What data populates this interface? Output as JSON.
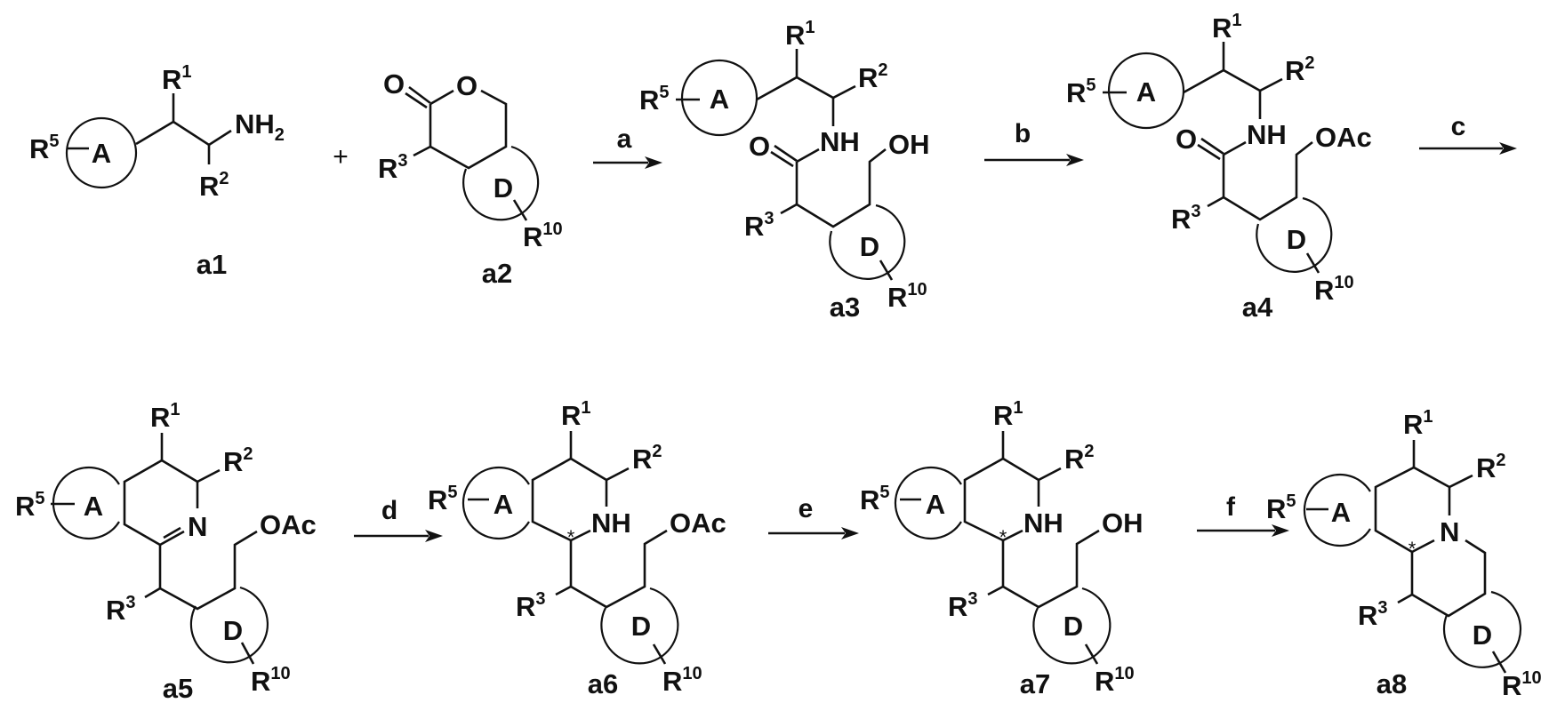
{
  "labels": {
    "R": "R",
    "A": "A",
    "D": "D",
    "O": "O",
    "N": "N",
    "NH": "NH",
    "NH2_base": "NH",
    "NH2_sub": "2",
    "OH": "OH",
    "OAc": "OAc",
    "star": "*",
    "plus": "+"
  },
  "superscripts": {
    "r1": "1",
    "r2": "2",
    "r3": "3",
    "r5": "5",
    "r10": "10"
  },
  "compounds": [
    "a1",
    "a2",
    "a3",
    "a4",
    "a5",
    "a6",
    "a7",
    "a8"
  ],
  "steps": [
    "a",
    "b",
    "c",
    "d",
    "e",
    "f"
  ]
}
